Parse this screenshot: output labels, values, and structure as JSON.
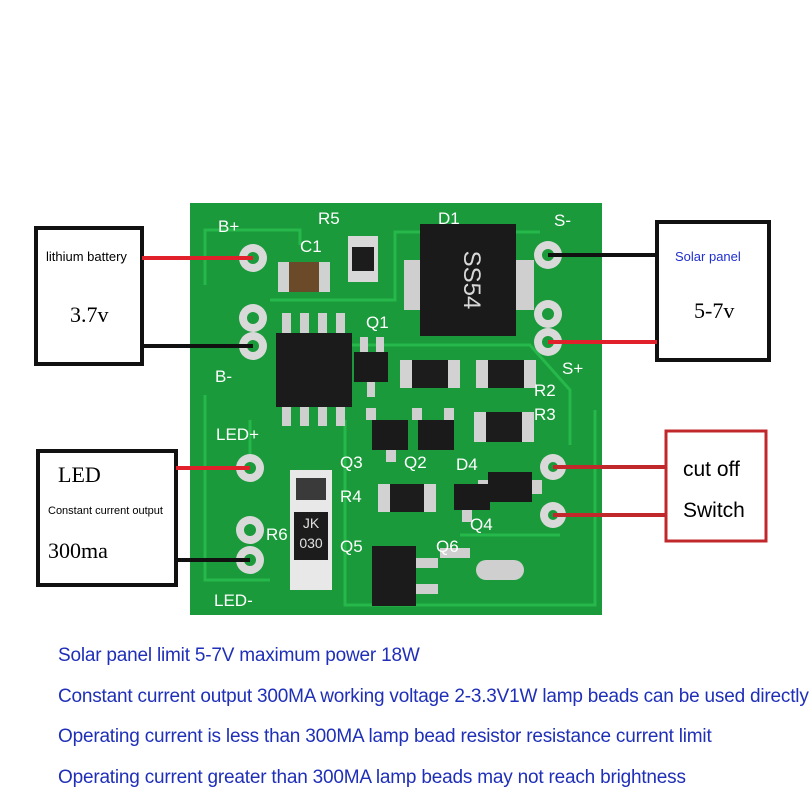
{
  "board": {
    "silkscreen": {
      "b_plus": "B+",
      "b_minus": "B-",
      "r5": "R5",
      "c1": "C1",
      "d1": "D1",
      "s_minus": "S-",
      "s_plus": "S+",
      "q1": "Q1",
      "r2": "R2",
      "r3": "R3",
      "led_plus": "LED+",
      "led_minus": "LED-",
      "q3": "Q3",
      "q2": "Q2",
      "d4": "D4",
      "r4": "R4",
      "q4": "Q4",
      "r6": "R6",
      "q5": "Q5",
      "q6": "Q6"
    },
    "diode_marking": "SS54",
    "inductor_marking_1": "JK",
    "inductor_marking_2": "030"
  },
  "callouts": {
    "battery": {
      "title": "lithium battery",
      "value": "3.7v"
    },
    "solar": {
      "title": "Solar panel",
      "value": "5-7v",
      "title_color": "#1f2fd0"
    },
    "led": {
      "title": "LED",
      "subtitle": "Constant current output",
      "value": "300ma"
    },
    "switch": {
      "line1": "cut off",
      "line2": "Switch",
      "border_color": "#c0282b"
    }
  },
  "colors": {
    "pcb": "#1a9a3a",
    "wire_red": "#e0202a",
    "wire_black": "#111111",
    "note_text": "#1f2fb8"
  },
  "notes": [
    "Solar panel limit 5-7V maximum power 18W",
    "Constant current output 300MA working voltage 2-3.3V1W lamp beads can be used directly",
    "Operating current is less than 300MA lamp bead resistor resistance current limit",
    "Operating current greater than 300MA lamp beads may not reach brightness"
  ]
}
